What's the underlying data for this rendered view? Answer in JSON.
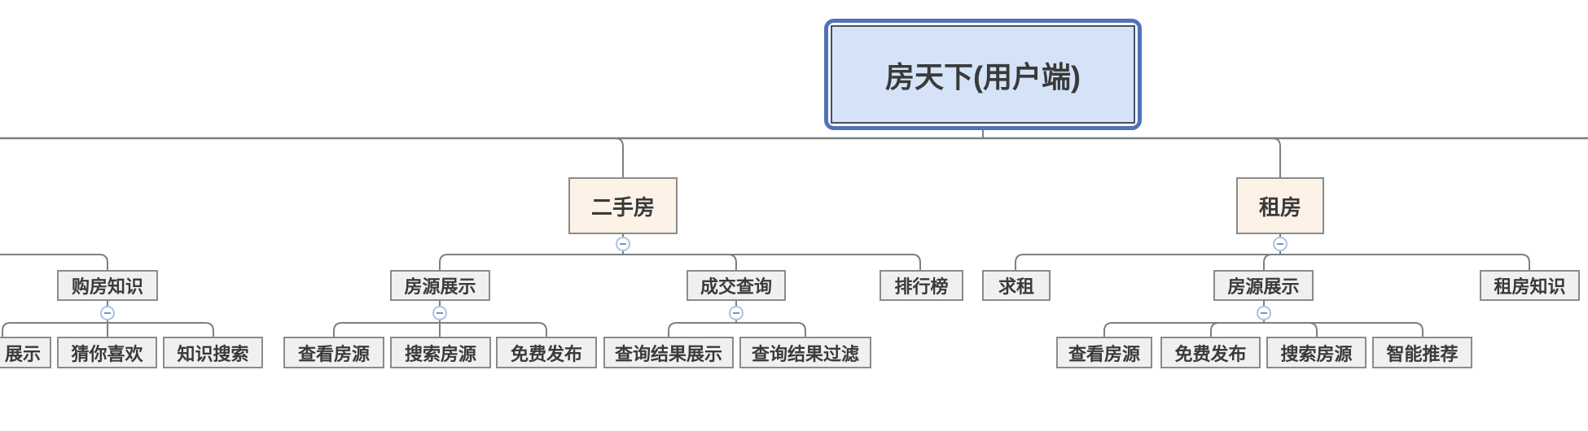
{
  "mindmap": {
    "root": {
      "label": "房天下(用户端)"
    },
    "branches": [
      {
        "children": [
          {
            "label": "购房知识",
            "children": [
              {
                "label": "展示"
              },
              {
                "label": "猜你喜欢"
              },
              {
                "label": "知识搜索"
              }
            ]
          }
        ]
      },
      {
        "label": "二手房",
        "children": [
          {
            "label": "房源展示",
            "children": [
              {
                "label": "查看房源"
              },
              {
                "label": "搜索房源"
              },
              {
                "label": "免费发布"
              }
            ]
          },
          {
            "label": "成交查询",
            "children": [
              {
                "label": "查询结果展示"
              },
              {
                "label": "查询结果过滤"
              }
            ]
          },
          {
            "label": "排行榜"
          }
        ]
      },
      {
        "label": "租房",
        "children": [
          {
            "label": "求租"
          },
          {
            "label": "房源展示",
            "children": [
              {
                "label": "查看房源"
              },
              {
                "label": "免费发布"
              },
              {
                "label": "搜索房源"
              },
              {
                "label": "智能推荐"
              }
            ]
          },
          {
            "label": "租房知识"
          }
        ]
      }
    ],
    "icons": {
      "collapse": "minus-circle"
    },
    "colors": {
      "canvas_background": "#ffffff",
      "root_fill": "#d4e3f8",
      "root_selection_border": "#4f73ba",
      "root_border": "#454f66",
      "level1_fill": "#fcf2e7",
      "node_fill": "#f0f0f0",
      "node_border": "#8b8b8b",
      "connector_line": "#7f7f7f",
      "text": "#3a3a3a",
      "collapse_icon_border": "#a8c3ea",
      "collapse_icon_minus": "#7a93c2"
    }
  }
}
